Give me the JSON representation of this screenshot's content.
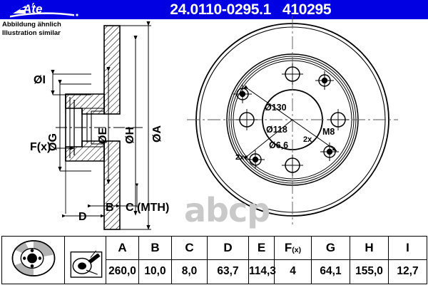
{
  "header": {
    "brand": "Ate",
    "part_number": "24.0110-0295.1",
    "ref_number": "410295",
    "bg_color": "#0000e3",
    "text_color": "#ffffff"
  },
  "caption": {
    "line_de": "Abbildung ähnlich",
    "line_en": "Illustration similar"
  },
  "watermark": {
    "text": "abcp",
    "color": "#c9c9c9"
  },
  "section_view": {
    "labels": {
      "dia_i": "ØI",
      "dia_g": "ØG",
      "dia_e": "ØE",
      "dia_h": "ØH",
      "dia_a": "ØA",
      "fx": "F(x)",
      "b": "B",
      "c": "C (MTH)",
      "d": "D"
    }
  },
  "face_view": {
    "labels": {
      "bolt_circle": "Ø130",
      "hub_bore": "Ø118",
      "small_hole": "Ø6,6",
      "thread": "M8",
      "qty_small": "2x",
      "qty_thread": "2x"
    }
  },
  "table": {
    "columns": [
      "A",
      "B",
      "C",
      "D",
      "E",
      "F(x)",
      "G",
      "H",
      "I"
    ],
    "values": [
      "260,0",
      "10,0",
      "8,0",
      "63,7",
      "114,3",
      "4",
      "64,1",
      "155,0",
      "12,7"
    ],
    "icons": {
      "disc": "brake-disc-icon",
      "gauge": "thickness-gauge-icon"
    }
  }
}
